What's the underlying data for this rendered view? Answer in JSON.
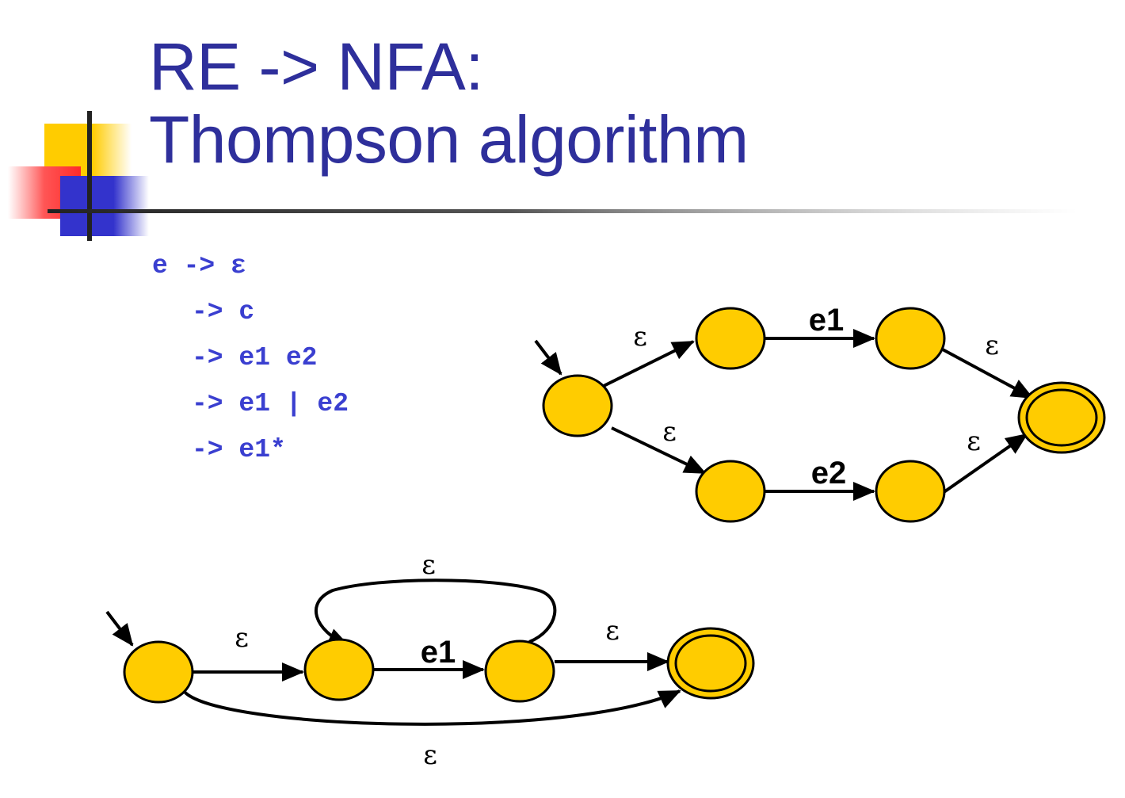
{
  "title": {
    "line1": "RE -> NFA:",
    "line2": "Thompson algorithm"
  },
  "grammar": [
    {
      "text": "e -> ε",
      "indent": false
    },
    {
      "text": "-> c",
      "indent": true
    },
    {
      "text": "-> e1 e2",
      "indent": true
    },
    {
      "text": "-> e1 | e2",
      "indent": true
    },
    {
      "text": "-> e1*",
      "indent": true
    }
  ],
  "alternation_nfa": {
    "labels": {
      "eps_top_in": "ε",
      "eps_bottom_in": "ε",
      "eps_top_out": "ε",
      "eps_bottom_out": "ε",
      "e1": "e1",
      "e2": "e2"
    }
  },
  "star_nfa": {
    "labels": {
      "eps_enter": "ε",
      "eps_loop": "ε",
      "e1": "e1",
      "eps_exit": "ε",
      "eps_skip": "ε"
    }
  },
  "colors": {
    "title": "#2e2f9b",
    "grammar": "#3a3fd0",
    "state_fill": "#ffcc00",
    "stroke": "#000000",
    "deco_yellow": "#ffcc00",
    "deco_red": "#ff3333",
    "deco_blue": "#3333cc"
  }
}
